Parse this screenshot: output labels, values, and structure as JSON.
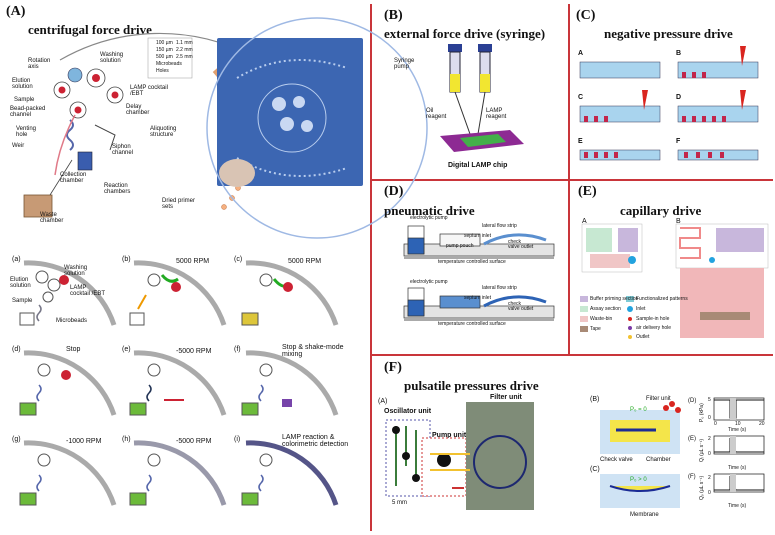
{
  "panelA": {
    "letter": "(A)",
    "title": "centrifugal force drive",
    "legend": [
      "100 µm",
      "150 µm",
      "500 µm",
      "1.1 mm",
      "2.2 mm",
      "2.5 mm",
      "Microbeads",
      "Holes"
    ],
    "labels": {
      "rotation_axis": "Rotation axis",
      "washing": "Washing solution",
      "elution": "Elution solution",
      "sample": "Sample",
      "bead_channel": "Bead-packed channel",
      "venting": "Venting hole",
      "weir": "Weir",
      "waste": "Waste chamber",
      "lamp": "LAMP cocktail /EBT",
      "delay": "Delay chamber",
      "aliquoting": "Aliquoting structure",
      "siphon": "Siphon channel",
      "collection": "Collection chamber",
      "reaction": "Reaction chambers",
      "dried": "Dried primer sets"
    },
    "steps": [
      {
        "id": "(a)",
        "text": ""
      },
      {
        "id": "(b)",
        "text": "5000 RPM"
      },
      {
        "id": "(c)",
        "text": "5000 RPM"
      },
      {
        "id": "(d)",
        "text": "Stop"
      },
      {
        "id": "(e)",
        "text": "-5000 RPM"
      },
      {
        "id": "(f)",
        "text": "Stop & shake-mode mixing"
      },
      {
        "id": "(g)",
        "text": "-1000 RPM"
      },
      {
        "id": "(h)",
        "text": "-5000 RPM"
      },
      {
        "id": "(i)",
        "text": "LAMP reaction & colorimetric detection"
      }
    ],
    "step_a_labels": {
      "washing": "Washing solution",
      "elution": "Elution solution",
      "lamp": "LAMP cocktail /EBT",
      "sample": "Sample",
      "microbeads": "Microbeads"
    }
  },
  "panelB": {
    "letter": "(B)",
    "title": "external force drive (syringe)",
    "syringe": "Syringe pump",
    "oil": "Oil reagent",
    "lamp": "LAMP reagent",
    "chip": "Digital LAMP chip"
  },
  "panelC": {
    "letter": "(C)",
    "title": "negative pressure drive",
    "subs": [
      "A",
      "B",
      "C",
      "D",
      "E",
      "F"
    ]
  },
  "panelD": {
    "letter": "(D)",
    "title": "pneumatic drive",
    "electrolytic": "electrolytic pump",
    "lateral": "lateral flow strip",
    "septum": "septum inlet",
    "pouch": "pump pouch",
    "check": "check valve outlet",
    "surface": "temperature controlled surface"
  },
  "panelE": {
    "letter": "(E)",
    "title": "capillary drive",
    "subs": [
      "A",
      "B"
    ],
    "legend": [
      "Buffer priming section",
      "Assay section",
      "Waste-bin",
      "Tape",
      "Functionalized patterns",
      "Inlet",
      "Sample-in hole",
      "air delivery hole",
      "Outlet"
    ]
  },
  "panelF": {
    "letter": "(F)",
    "title": "pulsatile pressures drive",
    "subA": "(A)",
    "oscillator": "Oscillator unit",
    "pump_unit": "Pump unit",
    "filter_unit": "Filter unit",
    "scale": "5 mm",
    "subB": "(B)",
    "subC": "(C)",
    "check_valve": "Check valve",
    "chamber": "Chamber",
    "membrane": "Membrane",
    "p0_zero": "P₀ = 0",
    "p0_pos": "P₀ > 0",
    "filter_unit2": "Filter unit",
    "plots": [
      {
        "id": "(D)",
        "ylabel": "P₀ (kPa)",
        "xlabel": "Time (s)",
        "yticks": [
          "5",
          "0"
        ]
      },
      {
        "id": "(E)",
        "ylabel": "Qᵢ (µL s⁻¹)",
        "xlabel": "Time (s)",
        "yticks": [
          "2",
          "0"
        ]
      },
      {
        "id": "(F)",
        "ylabel": "Qₒ (µL s⁻¹)",
        "xlabel": "Time (s)",
        "yticks": [
          "2",
          "0"
        ]
      }
    ],
    "xticks": [
      "0",
      "10",
      "20"
    ]
  }
}
